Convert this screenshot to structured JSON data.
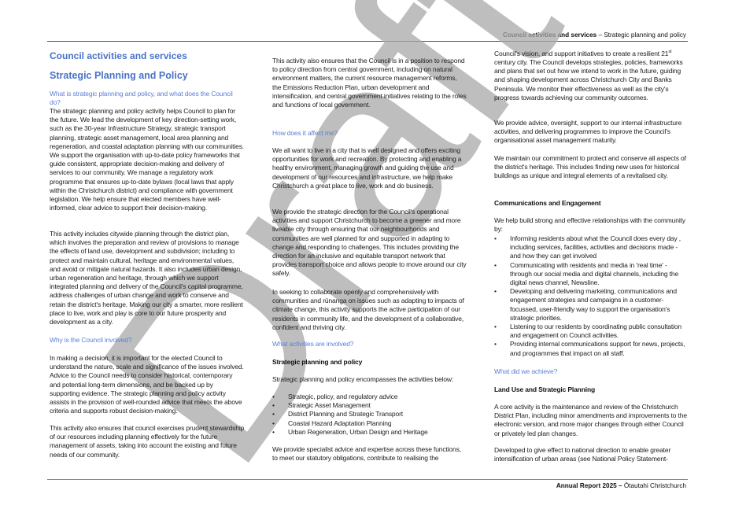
{
  "header": {
    "section": "Council activities and services",
    "separator": " – ",
    "topic": "Strategic planning and policy"
  },
  "footer": {
    "report": "Annual Report 2025",
    "separator": " – ",
    "place": "Ōtautahi Christchurch"
  },
  "watermark": "Draft",
  "col1": {
    "title1": "Council activities and services",
    "title2": "Strategic Planning and Policy",
    "q1": "What is strategic planning and policy, and what does the Council do?",
    "p1": "The strategic planning and policy activity helps Council to plan for the future. We lead the development of key direction-setting work, such as the 30-year Infrastructure Strategy, strategic transport planning, strategic asset management, local area planning and regeneration, and coastal adaptation planning with our communities. We  support the organisation with up-to-date policy frameworks that guide consistent, appropriate decision-making and delivery of services to our community.  We manage a regulatory work programme that ensures up-to-date bylaws (local laws that apply within the Christchurch district) and compliance with government legislation. We help ensure that elected members have well-informed, clear advice to support their decision-making.",
    "p2": "This activity includes citywide planning through the district plan, which involves the preparation and review of provisions to manage the effects of land use, development and subdivision; including to protect and maintain cultural, heritage and environmental values, and avoid or mitigate natural hazards. It also includes urban design, urban regeneration and heritage, through which we support integrated planning and delivery of the Council's capital programme, address challenges of urban change and work to conserve and retain the district's heritage. Making our city a smarter, more resilient place to live, work and play is core to our future prosperity and development as a city.",
    "q2": "Why is the Council involved?",
    "p3": "In making a decision, it is important for the elected Council to understand the nature, scale and significance of the issues involved.  Advice to the Council needs to consider historical, contemporary and potential long-term dimensions, and be backed up by supporting evidence.  The strategic planning and policy activity assists in the provision of well-rounded advice that meets the above criteria and supports robust decision-making.",
    "p4": "This activity also ensures that council exercises prudent stewardship of our resources including planning effectively for the future management of assets, taking into account the existing and future needs of our community."
  },
  "col2": {
    "p1": "This activity also ensures that the Council is in a position to respond to policy direction from central government, including on natural environment matters, the current resource management reforms, the Emissions Reduction Plan, urban development and intensification, and  central government initiatives relating to the roles and functions of local government.",
    "q1": "How does it affect me?",
    "p2": "We all want to live in a city that is well designed and offers exciting opportunities for work and recreation. By protecting and enabling a healthy environment, managing growth and guiding the use and development of our resources and infrastructure, we help make Christchurch a great place to live, work and do business.",
    "p3": "We provide the strategic direction for the Council's operational activities and support Christchurch to become a greener and more liveable city through ensuring that our neighbourhoods and communities are well planned for and supported in adapting to change and responding to challenges. This includes providing the direction for an inclusive and equitable transport network that provides transport choice and allows people to move around our city safely.",
    "p4": "In seeking to collaborate openly and comprehensively with communities and rūnanga on issues such as adapting to impacts of climate change, this activity supports the active participation of our residents in community life, and the development of a collaborative, confident and thriving city.",
    "q2": "What activities are involved?",
    "h1": "Strategic planning and policy",
    "intro": "Strategic planning and policy encompasses the activities below:",
    "bullets": [
      "Strategic, policy, and regulatory advice",
      "Strategic Asset Management",
      "District Planning and Strategic Transport",
      "Coastal Hazard Adaptation Planning",
      "Urban Regeneration, Urban Design and Heritage"
    ],
    "p5": "We provide specialist advice and expertise across these functions, to meet our statutory obligations, contribute to realising the"
  },
  "col3": {
    "p1a": "Council's vision, and support initiatives to create a resilient 21",
    "p1sup": "st",
    "p1b": " century city. The Council develops strategies, policies, frameworks and plans that set out how we intend to work in the future, guiding and shaping development across Christchurch City and Banks Peninsula. We monitor their effectiveness as well as the city's progress towards achieving our community outcomes.",
    "p2": "We provide advice, oversight, support to our internal infrastructure activities, and delivering programmes to improve the Council's organisational asset management maturity.",
    "p3": "We maintain our commitment to protect and conserve all aspects of the district's heritage. This includes finding new uses for historical buildings as unique and integral elements of a revitalised city.",
    "h1": "Communications and Engagement",
    "intro": "We help build strong and effective relationships with the community by:",
    "bullets": [
      "Informing residents about what the Council does every day , including services, facilities, activities and decisions made - and how they can get involved",
      "Communicating with residents and media in 'real time' - through our social media and digital channels, including the digital news channel, Newsline.",
      "Developing and delivering marketing, communications and engagement strategies and campaigns in a customer-focussed, user-friendly way to support the organisation's strategic priorities.",
      "Listening to our residents by coordinating public consultation and engagement on Council activities.",
      "Providing internal communications support for news, projects, and programmes that impact on all staff."
    ],
    "q1": "What did we achieve?",
    "h2": "Land Use and Strategic Planning",
    "p4": "A core activity is the maintenance and review of the Christchurch District Plan, including minor amendments and improvements to the electronic version, and more major changes through either Council or privately led plan changes.",
    "p5": "Developed to give effect to national direction to enable greater intensification of urban areas (see National Policy Statement-"
  }
}
